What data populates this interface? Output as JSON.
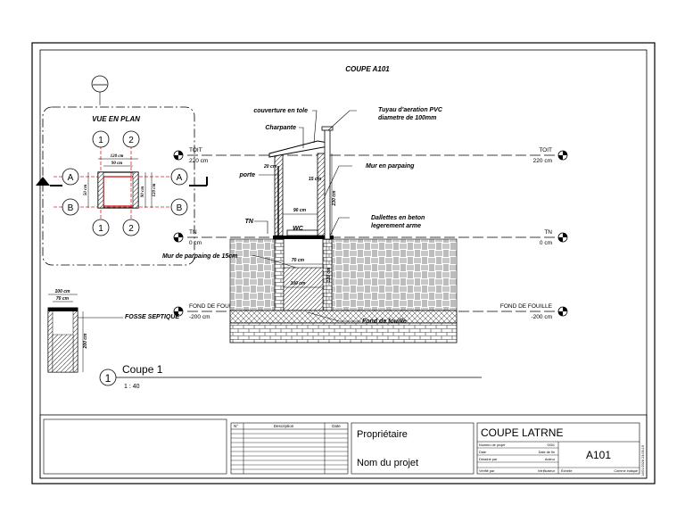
{
  "sheet": {
    "section_title": "COUPE A101",
    "plan_view_title": "VUE EN PLAN",
    "view_name": "Coupe 1",
    "view_number": "1",
    "view_scale": "1 : 40"
  },
  "levels": {
    "toit": {
      "name": "TOIT",
      "value": "220 cm"
    },
    "tn": {
      "name": "TN",
      "value": "0 cm"
    },
    "fond": {
      "name": "FOND DE FOUILLE",
      "value": "-200 cm"
    }
  },
  "grid": {
    "a": "A",
    "b": "B",
    "one": "1",
    "two": "2"
  },
  "annotations": {
    "couverture": "couverture en tole",
    "charpante": "Charpante",
    "tuyau_1": "Tuyau d'aeration PVC",
    "tuyau_2": "diametre de 100mm",
    "mur_parpaing": "Mur en parpaing",
    "porte": "porte",
    "tn": "TN",
    "dallettes_1": "Dallettes en beton",
    "dallettes_2": "legerement arme",
    "wc": "WC",
    "mur_15": "Mur de parpaing de 15cm",
    "fosse": "FOSSE SEPTIQUE",
    "fond_fouille": "Fond de fouille"
  },
  "dimensions": {
    "plan_120": "120 cm",
    "plan_90": "90 cm",
    "plan_90v": "90 cm",
    "plan_120v": "120 cm",
    "plan_left": "50 cm",
    "sec_20": "20 cm",
    "sec_15": "15 cm",
    "sec_90": "90 cm",
    "sec_230": "230 cm",
    "sec_70": "70 cm",
    "sec_100": "100 cm",
    "sec_120": "120 cm",
    "fosse_100": "100 cm",
    "fosse_70": "70 cm",
    "fosse_200": "200 cm"
  },
  "title_block": {
    "rev_col_no": "N°",
    "rev_col_desc": "Description",
    "rev_col_date": "Date",
    "owner": "Propriétaire",
    "project_name": "Nom du projet",
    "sheet_name": "COUPE LATRNE",
    "project_number_label": "Numéro de projet",
    "project_number": "0001",
    "date_label": "Date",
    "date_value": "Date de fin",
    "drawn_by_label": "Dessiné par",
    "drawn_by": "Auteur",
    "checked_by_label": "Vérifié par",
    "checked_by": "Vérificateur",
    "sheet_number": "A101",
    "scale_label": "Échelle",
    "scale_value": "Comme indiqué",
    "timestamp": "14/01/2026 23:05:19"
  }
}
